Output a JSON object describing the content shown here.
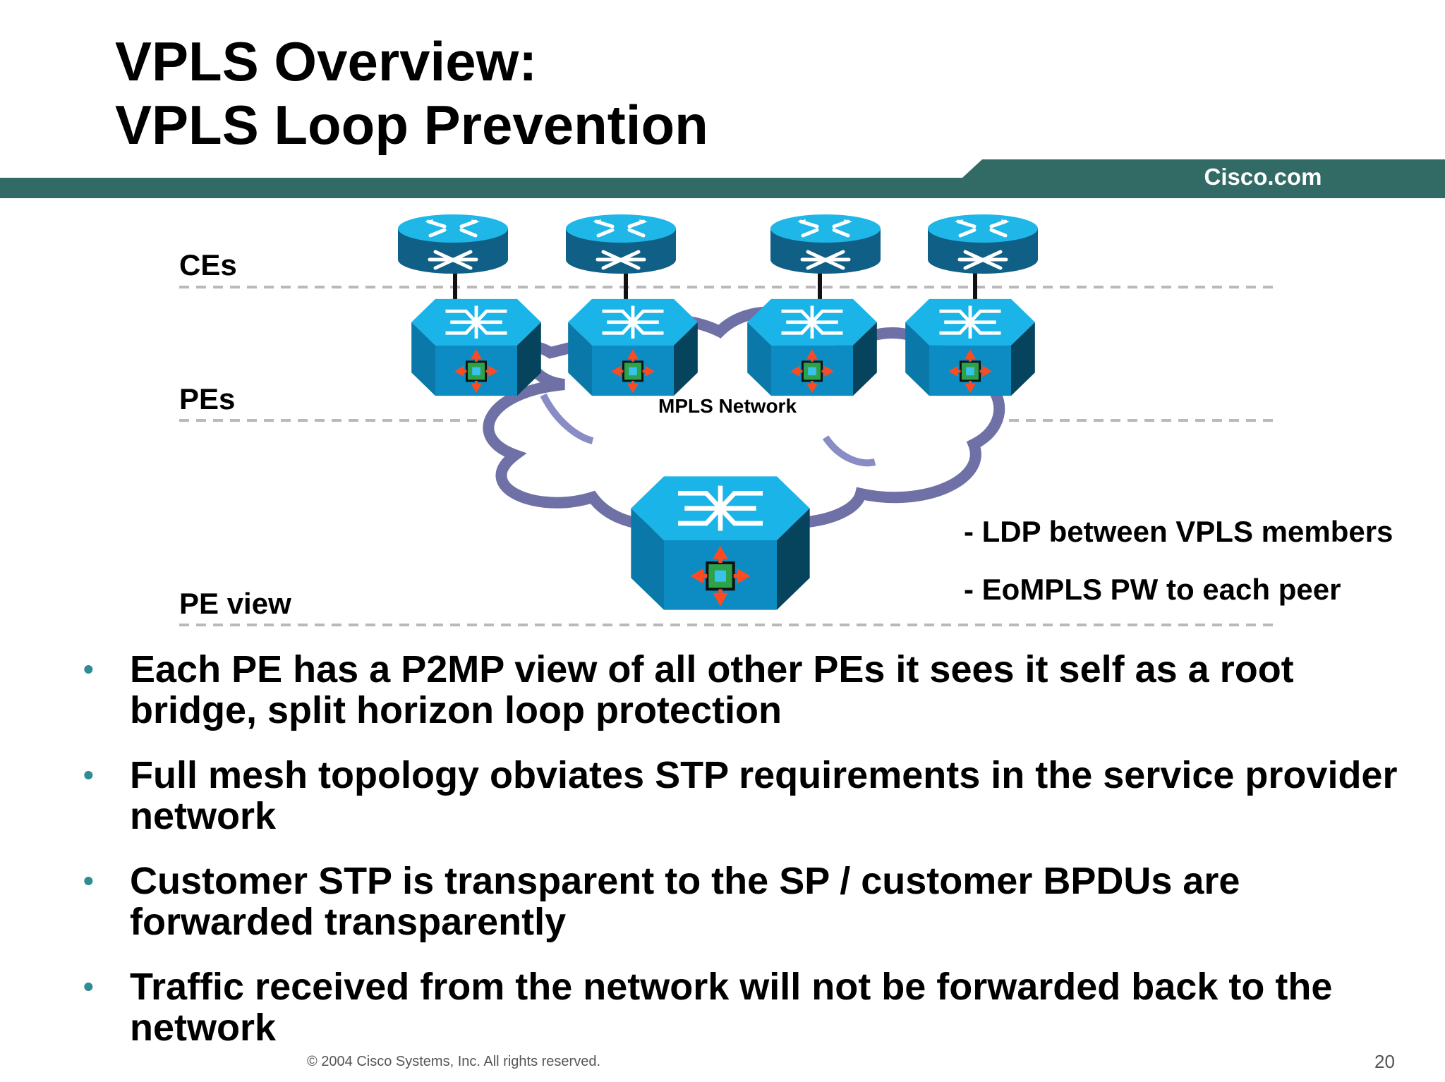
{
  "slide": {
    "title_lines": [
      "VPLS Overview:",
      "VPLS Loop Prevention"
    ],
    "brand": "Cisco.com",
    "footer": "© 2004 Cisco Systems, Inc. All rights reserved.",
    "page_number": "20",
    "colors": {
      "banner": "#326a66",
      "device_cyan": "#19b4e8",
      "cloud": "#6f71a6",
      "bullet": "#2f8b94"
    }
  },
  "diagram": {
    "layer_labels": {
      "ces": "CEs",
      "pes": "PEs",
      "pe_view": "PE view"
    },
    "cloud_label": "MPLS Network",
    "notes": [
      "- LDP between VPLS members",
      "- EoMPLS PW to each peer"
    ],
    "icons": {
      "ce": "router-icon",
      "pe": "multilayer-switch-icon"
    }
  },
  "bullets": [
    "Each PE has a P2MP view of all other PEs it sees it self as a root bridge, split horizon loop protection",
    "Full mesh topology obviates STP requirements in the service provider network",
    "Customer STP is transparent to the SP / customer BPDUs are forwarded transparently",
    "Traffic received from the network will not be forwarded back to the network"
  ]
}
